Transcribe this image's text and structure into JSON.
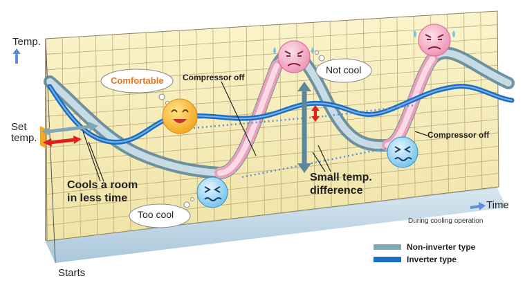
{
  "axis": {
    "y_label": "Temp.",
    "x_label": "Time",
    "set_temp_line1": "Set",
    "set_temp_line2": "temp.",
    "start_label": "Starts",
    "operation_note": "During cooling operation"
  },
  "callouts": {
    "comfortable": "Comfortable",
    "too_cool": "Too cool",
    "not_cool": "Not cool",
    "compressor_off_top": "Compressor off",
    "compressor_off_right": "Compressor off",
    "cools_line1": "Cools a room",
    "cools_line2": "in less time",
    "small_diff_line1": "Small temp.",
    "small_diff_line2": "difference"
  },
  "legend": [
    {
      "label": "Non-inverter type",
      "color": "#7fa7b8"
    },
    {
      "label": "Inverter type",
      "color": "#1a6fc4"
    }
  ],
  "colors": {
    "grid_background": "#f7efbf",
    "grid_line": "#b9a97a",
    "inverter": "#1a6fc4",
    "non_inverter": "#8fb3c2",
    "compressor_off_ribbon": "#f2b6c9",
    "accent_red": "#e0211b",
    "axis_arrow": "#5b8fd8",
    "comfortable_text": "#e8731c"
  },
  "icons": {
    "comfortable_face": "smiling-face-icon",
    "too_cool_face": "shivering-face-icon",
    "not_cool_face": "sweating-face-icon"
  }
}
